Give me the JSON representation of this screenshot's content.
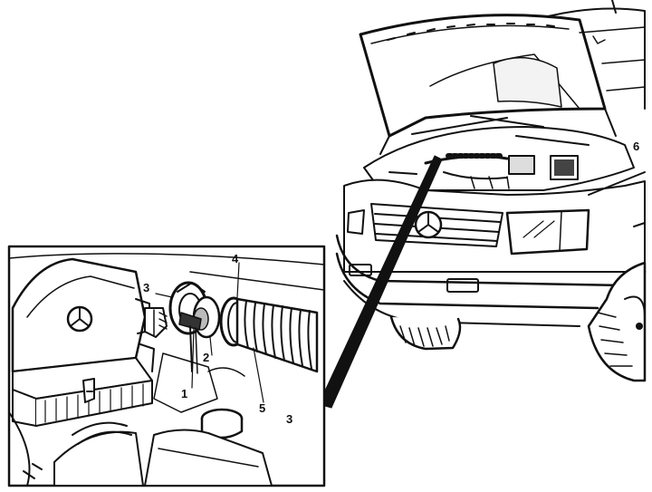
{
  "figure": {
    "callouts": {
      "c1": "1",
      "c2": "2",
      "c3a": "3",
      "c3b": "3",
      "c4": "4",
      "c5": "5",
      "c6": "6"
    }
  },
  "colors": {
    "line": "#111111",
    "paper": "#ffffff",
    "shade": "#888888"
  }
}
